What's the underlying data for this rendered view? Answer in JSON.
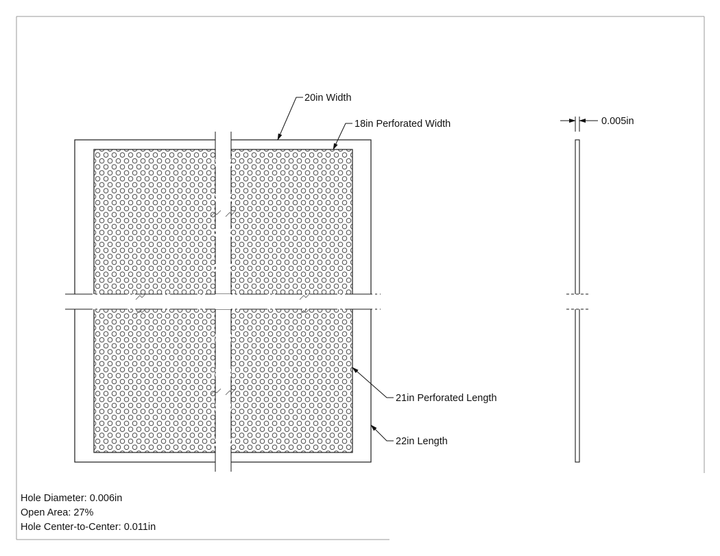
{
  "callouts": {
    "width": "20in Width",
    "perforated_width": "18in Perforated Width",
    "thickness": "0.005in",
    "perforated_length": "21in Perforated Length",
    "length": "22in Length"
  },
  "notes": {
    "hole_diameter": "Hole Diameter: 0.006in",
    "open_area": "Open Area: 27%",
    "hole_center_to_center": "Hole Center-to-Center: 0.011in"
  },
  "colors": {
    "line": "#1a1a1a",
    "hole": "#333333",
    "background": "#ffffff"
  }
}
